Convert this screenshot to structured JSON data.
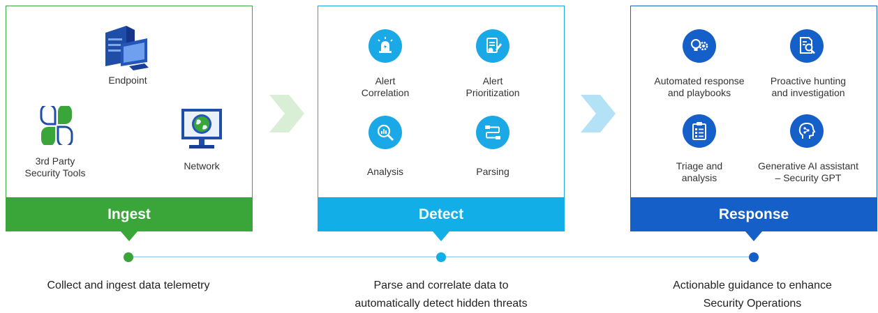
{
  "ingest": {
    "title": "Ingest",
    "items": {
      "endpoint": "Endpoint",
      "third_party_line1": "3rd Party",
      "third_party_line2": "Security Tools",
      "network": "Network"
    },
    "description": "Collect and ingest data telemetry",
    "color": "#3aa63a"
  },
  "detect": {
    "title": "Detect",
    "items": {
      "alert_correlation_line1": "Alert",
      "alert_correlation_line2": "Correlation",
      "alert_prioritization_line1": "Alert",
      "alert_prioritization_line2": "Prioritization",
      "analysis": "Analysis",
      "parsing": "Parsing"
    },
    "description_line1": "Parse and correlate data to",
    "description_line2": "automatically detect hidden threats",
    "color": "#12aee8"
  },
  "response": {
    "title": "Response",
    "items": {
      "automated_line1": "Automated response",
      "automated_line2": "and playbooks",
      "proactive_line1": "Proactive hunting",
      "proactive_line2": "and investigation",
      "triage_line1": "Triage and",
      "triage_line2": "analysis",
      "genai_line1": "Generative AI assistant",
      "genai_line2": "– Security GPT"
    },
    "description_line1": "Actionable guidance  to enhance",
    "description_line2": "Security Operations",
    "color": "#1560c8"
  },
  "icons": [
    "computer-tower-icon",
    "clover-tools-icon",
    "globe-monitor-icon",
    "siren-icon",
    "document-pen-icon",
    "magnify-chart-icon",
    "pipeline-icon",
    "bulb-gear-icon",
    "document-search-icon",
    "clipboard-checklist-icon",
    "ai-head-icon",
    "chevron-right-icon"
  ]
}
